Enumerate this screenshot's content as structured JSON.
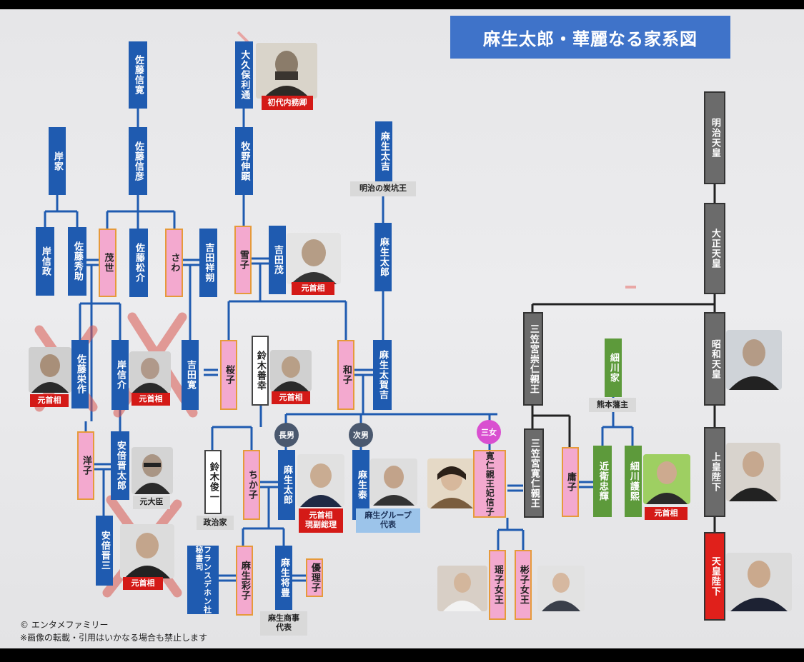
{
  "title": "麻生太郎・華麗なる家系図",
  "copyright": {
    "line1": "© エンタメファミリー",
    "line2": "※画像の転載・引用はいかなる場合も禁止します"
  },
  "colors": {
    "blue": "#1f5bb0",
    "pink": "#f3a9cf",
    "gray": "#6b6b6b",
    "green": "#5d9a3b",
    "red": "#e0201b",
    "banner": "#3f73c9"
  },
  "people": {
    "sato_nobuhiro": "佐藤信寛",
    "sato_nobuhiko": "佐藤信彦",
    "kishi_ke": "岸家",
    "kishi_nobumasa": "岸信政",
    "sato_hidesuke": "佐藤秀助",
    "moyo": "茂世",
    "sato_matsusuke": "佐藤松介",
    "sawa": "さわ",
    "yoshida_shosaku": "吉田祥朔",
    "okubo": "大久保利通",
    "makino": "牧野伸顕",
    "yukiko": "雪子",
    "yoshida_shigeru": "吉田茂",
    "aso_takichi": "麻生太吉",
    "aso_taro_elder": "麻生太郎",
    "sato_eisaku": "佐藤栄作",
    "kishi_nobusuke": "岸信介",
    "yoshida_hiroshi": "吉田寛",
    "sakurako": "桜子",
    "suzuki_zenko": "鈴木善幸",
    "kazuko": "和子",
    "aso_takakichi": "麻生太賀吉",
    "yoko": "洋子",
    "abe_shintaro": "安倍晋太郎",
    "abe_shinzo": "安倍晋三",
    "suzuki_shunichi": "鈴木俊一",
    "chikako": "ちか子",
    "aso_taro": "麻生太郎",
    "aso_yutaka_ii": "麻生泰",
    "tomohito": "寛仁親王妃信子",
    "aso_ayako": "麻生彩子",
    "france_secretary": "フランスデホン社秘書司",
    "aso_masatoyo": "麻生将豊",
    "yuriko": "優理子",
    "akiko": "彬子女王",
    "yoko_jo": "瑶子女王",
    "mikasa_takahito": "三笠宮崇仁親王",
    "mikasa_tomohito": "三笠宮寛仁親王",
    "yasuko": "庸子",
    "hosokawa_ke": "細川家",
    "konoe": "近衛忠輝",
    "hosokawa_morihiro": "細川護熙",
    "meiji": "明治天皇",
    "taisho": "大正天皇",
    "showa": "昭和天皇",
    "joko": "上皇陛下",
    "tenno": "天皇陛下"
  },
  "labels": {
    "first_interior": "初代内務卿",
    "coal_king": "明治の炭坑王",
    "former_pm": "元首相",
    "former_minister": "元大臣",
    "politician": "政治家",
    "former_pm_vice": "元首相\n現副総理",
    "aso_group": "麻生グループ\n代表",
    "aso_shoji": "麻生商事\n代表",
    "kumamoto": "熊本藩主"
  },
  "badges": {
    "eldest_son": "長男",
    "second_son": "次男",
    "third_daughter": "三女"
  }
}
